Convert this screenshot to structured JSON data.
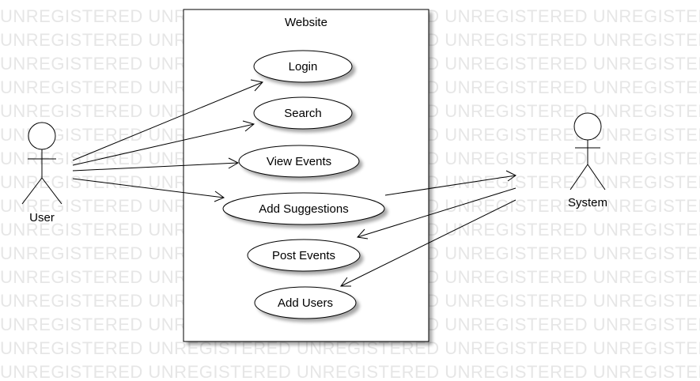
{
  "watermark": {
    "text": "UNREGISTERED"
  },
  "system_boundary": {
    "title": "Website"
  },
  "actors": [
    {
      "id": "user",
      "label": "User"
    },
    {
      "id": "system",
      "label": "System"
    }
  ],
  "use_cases": [
    {
      "id": "login",
      "label": "Login"
    },
    {
      "id": "search",
      "label": "Search"
    },
    {
      "id": "view-events",
      "label": "View Events"
    },
    {
      "id": "add-suggestions",
      "label": "Add Suggestions"
    },
    {
      "id": "post-events",
      "label": "Post Events"
    },
    {
      "id": "add-users",
      "label": "Add Users"
    }
  ],
  "associations": [
    {
      "from": "user",
      "to": "login"
    },
    {
      "from": "user",
      "to": "search"
    },
    {
      "from": "user",
      "to": "view-events"
    },
    {
      "from": "user",
      "to": "add-suggestions"
    },
    {
      "from": "add-suggestions",
      "to": "system"
    },
    {
      "from": "system",
      "to": "post-events"
    },
    {
      "from": "system",
      "to": "add-users"
    }
  ]
}
